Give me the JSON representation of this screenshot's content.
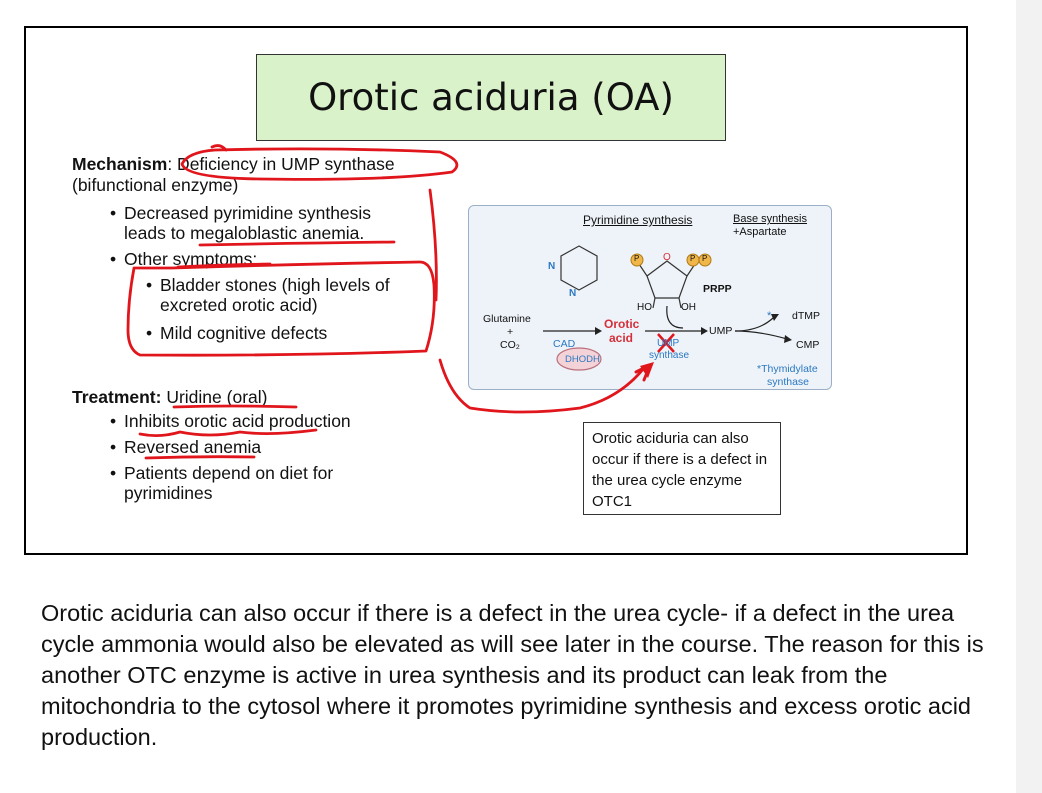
{
  "slide": {
    "title": "Orotic aciduria (OA)",
    "mechanism": {
      "label": "Mechanism",
      "colon": ":",
      "text": " Deficiency in UMP synthase",
      "line2": "(bifunctional enzyme)",
      "bullets": [
        {
          "l1": "Decreased pyrimidine synthesis",
          "l2": "leads to megaloblastic anemia."
        },
        {
          "l1": "Other symptoms:"
        }
      ],
      "sub_bullets": [
        {
          "l1": "Bladder stones (high levels of",
          "l2": "excreted orotic acid)"
        },
        {
          "l1": "Mild cognitive defects"
        }
      ]
    },
    "treatment": {
      "label": "Treatment:",
      "text": " Uridine (oral)",
      "bullets": [
        "Inhibits orotic acid production",
        "Reversed anemia",
        "Patients depend on diet for",
        "pyrimidines"
      ]
    },
    "diagram": {
      "pyrimidine_synthesis": "Pyrimidine synthesis",
      "base_synthesis": "Base synthesis",
      "aspartate": "+Aspartate",
      "prpp": "PRPP",
      "glutamine": "Glutamine",
      "plus": "+",
      "co2": "CO₂",
      "cad": "CAD",
      "dhodh": "DHODH",
      "orotic": "Orotic",
      "acid": "acid",
      "ump_synthase_1": "UMP",
      "ump_synthase_2": "synthase",
      "ump": "UMP",
      "dtmp": "dTMP",
      "cmp": "CMP",
      "thymidylate_1": "*Thymidylate",
      "thymidylate_2": "synthase",
      "star": "*",
      "ho": "HO",
      "oh": "OH",
      "p": "P",
      "o": "O",
      "n": "N"
    },
    "otc_note": "Orotic aciduria can also occur if there is a defect in the urea cycle enzyme OTC1"
  },
  "note": "Orotic aciduria can also occur if there is a defect in the urea cycle- if a defect in the urea cycle ammonia would also be elevated as will see later in the course. The reason for this is another OTC enzyme is active in urea synthesis and its product can leak from the mitochondria to the cytosol where it promotes pyrimidine synthesis and excess orotic acid production.",
  "colors": {
    "title_bg": "#d9f2c9",
    "ink": "#e0161c",
    "orotic": "#d4303a",
    "blue_text": "#2a78c2"
  }
}
